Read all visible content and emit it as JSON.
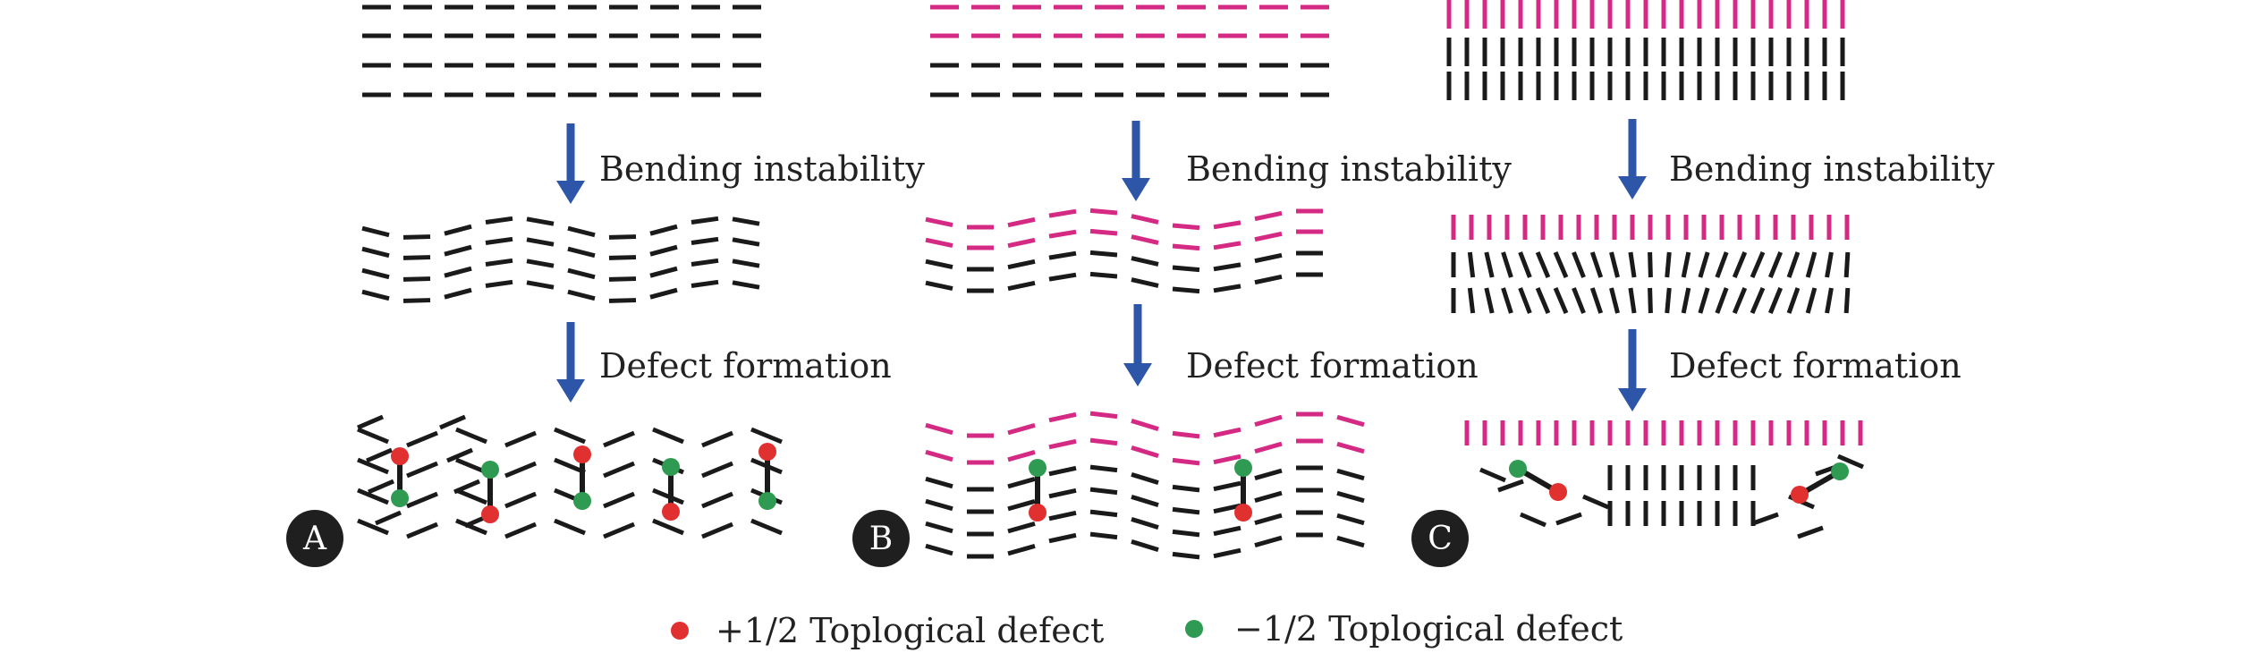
{
  "colors": {
    "black_mesogen": "#1a1a1a",
    "magenta_mesogen": "#d42a84",
    "arrow_blue": "#2d55a8",
    "plus_half_defect": "#e03030",
    "minus_half_defect": "#2f9a52",
    "panel_badge": "#1f1f1f"
  },
  "panels": [
    {
      "letter": "A",
      "step1": "Bending instability",
      "step2": "Defect formation"
    },
    {
      "letter": "B",
      "step1": "Bending instability",
      "step2": "Defect formation"
    },
    {
      "letter": "C",
      "step1": "Bending instability",
      "step2": "Defect formation"
    }
  ],
  "legend": {
    "plus": "+1/2 Toplogical defect",
    "minus": "−1/2 Toplogical defect"
  }
}
